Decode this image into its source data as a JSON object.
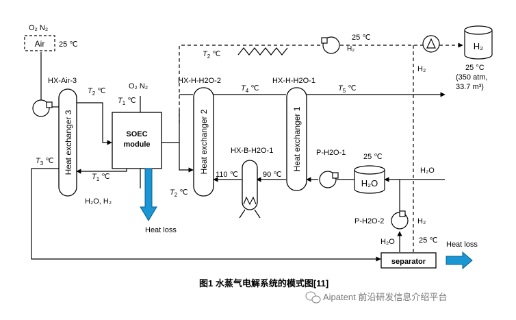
{
  "air_source": {
    "gases": "O₂ N₂",
    "label": "Air",
    "temp": "25 ℃"
  },
  "hx_air_3": {
    "name": "HX-Air-3",
    "label": "Heat exchanger 3"
  },
  "hx_h_h2o_2": {
    "name": "HX-H-H2O-2",
    "label": "Heat exchanger 2"
  },
  "hx_h_h2o_1": {
    "name": "HX-H-H2O-1",
    "label": "Heat exchanger 1"
  },
  "hx_b_h2o_1": {
    "name": "HX-B-H2O-1"
  },
  "soec": {
    "line1": "SOEC",
    "line2": "module"
  },
  "temps": {
    "T1": "T",
    "T1_sub": "1",
    "T2": "T",
    "T2_sub": "2",
    "T3": "T",
    "T3_sub": "3",
    "T4": "T",
    "T4_sub": "4",
    "T5": "T",
    "T5_sub": "5",
    "unit": "℃",
    "t110": "110 ℃",
    "t90": "90 ℃",
    "t25a": "25 ℃",
    "t25b": "25 ℃",
    "t25c": "25 ℃"
  },
  "streams": {
    "o2n2": "O₂ N₂",
    "h2o_h2": "H₂O, H₂",
    "h2_top": "H₂",
    "h2_right": "H₂",
    "h2_lower": "H₂",
    "h2o_in": "H₂O",
    "h2o_sep": "H₂O"
  },
  "storage": {
    "label": "H₂",
    "temp": "25 °C",
    "pressure": "(350 atm,",
    "volume": "33.7 m³)"
  },
  "tank": {
    "label": "H₂O",
    "temp": "25 ℃"
  },
  "pumps": {
    "p1": "P-H2O-1",
    "p2": "P-H2O-2"
  },
  "heat_loss": {
    "soec": "Heat loss",
    "sep": "Heat loss"
  },
  "separator": {
    "label": "separator"
  },
  "caption": "图1   水蒸气电解系统的模式图[11]",
  "watermark": "Aipatent 前沿研发信息介绍平台"
}
